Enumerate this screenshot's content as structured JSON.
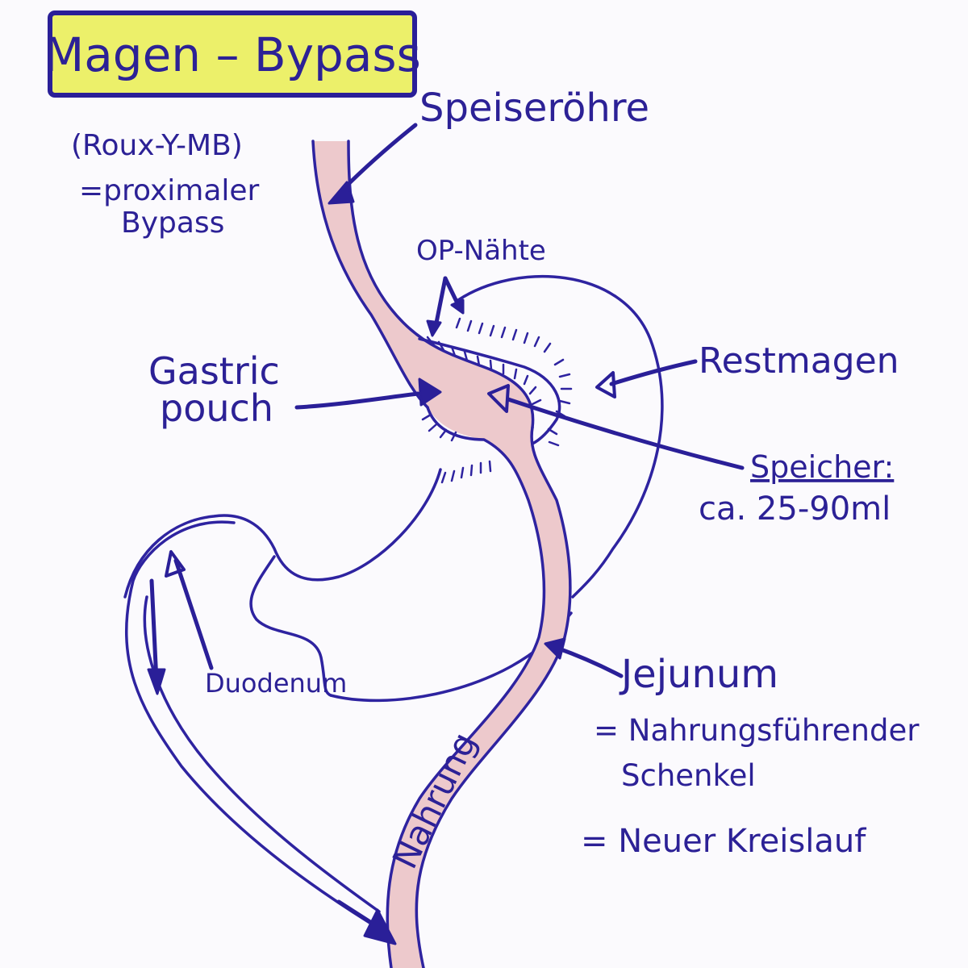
{
  "title": "Magen – Bypass",
  "subtitle": {
    "line1": "(Roux-Y-MB)",
    "line2": "=proximaler",
    "line3": "Bypass"
  },
  "labels": {
    "speiseroehre": "Speiseröhre",
    "op_naehte": "OP-Nähte",
    "restmagen": "Restmagen",
    "gastric_line1": "Gastric",
    "gastric_line2": "pouch",
    "speicher_line1": "Speicher:",
    "speicher_line2": "ca. 25-90ml",
    "jejunum": "Jejunum",
    "jejunum_desc1": "= Nahrungsführender",
    "jejunum_desc2": "Schenkel",
    "jejunum_desc3": "= Neuer Kreislauf",
    "duodenum": "Duodenum",
    "nahrung": "Nahrung"
  },
  "colors": {
    "ink": "#2e23a0",
    "title_highlight": "#ecf06a",
    "food_tube": "#edc9cc"
  }
}
